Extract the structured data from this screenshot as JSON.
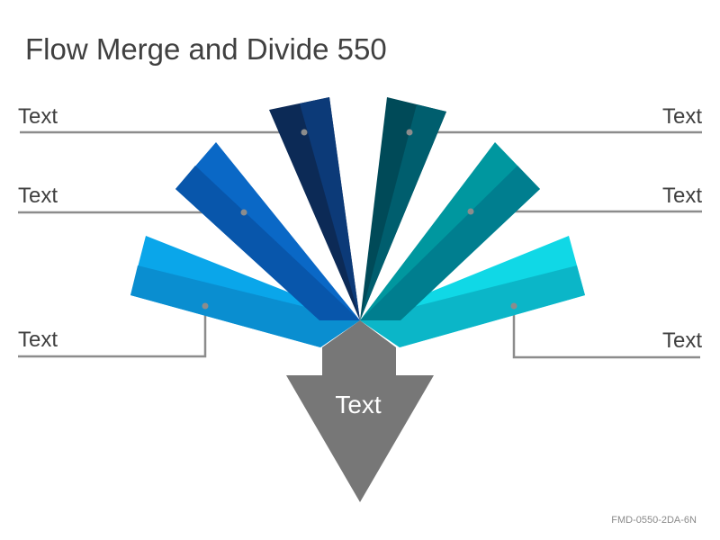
{
  "title": "Flow Merge and Divide 550",
  "labels": {
    "left_top": "Text",
    "left_middle": "Text",
    "left_bottom": "Text",
    "right_top": "Text",
    "right_middle": "Text",
    "right_bottom": "Text",
    "center": "Text"
  },
  "footer_code": "FMD-0550-2DA-6N",
  "colors": {
    "title_text": "#404040",
    "line": "#8c8c8c",
    "arrow": "#777777",
    "left_top_ray": "#0b3a78",
    "left_middle_ray": "#0b66c2",
    "left_bottom_ray": "#0ea5e9",
    "right_top_ray": "#005563",
    "right_middle_ray": "#00969e",
    "right_bottom_ray": "#0dd6e2"
  }
}
